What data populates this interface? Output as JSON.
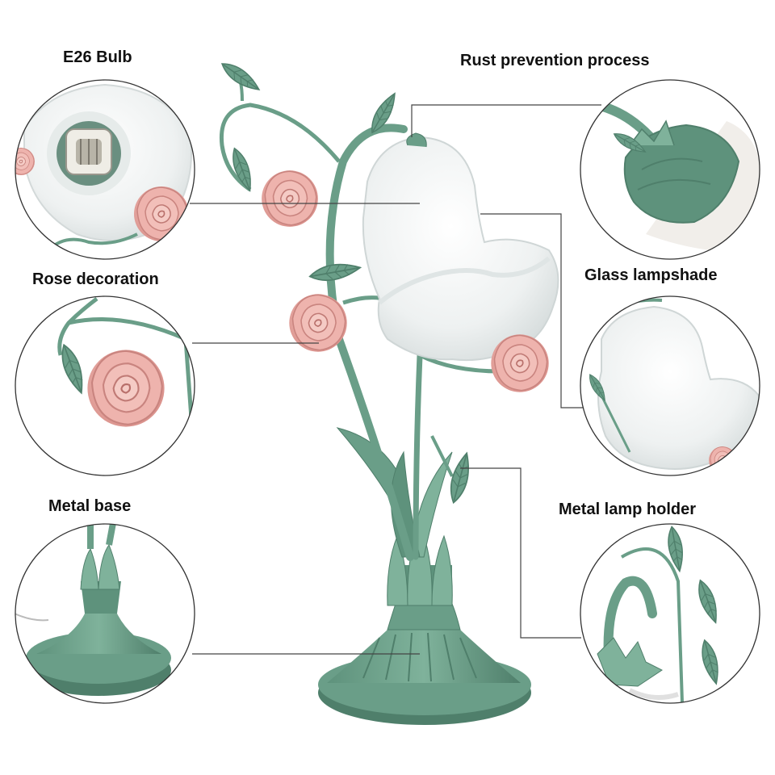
{
  "labels": {
    "bulb": "E26 Bulb",
    "rust": "Rust prevention process",
    "rose": "Rose decoration",
    "shade": "Glass lampshade",
    "base": "Metal base",
    "holder": "Metal lamp holder"
  },
  "colors": {
    "metal_green": "#6a9e88",
    "metal_green_dark": "#4f7f6b",
    "rose_pink": "#e9a9a4",
    "rose_pink_dark": "#c97f7a",
    "glass_white": "#f4f6f6",
    "circle_stroke": "#333333",
    "leader_line": "#444444"
  }
}
